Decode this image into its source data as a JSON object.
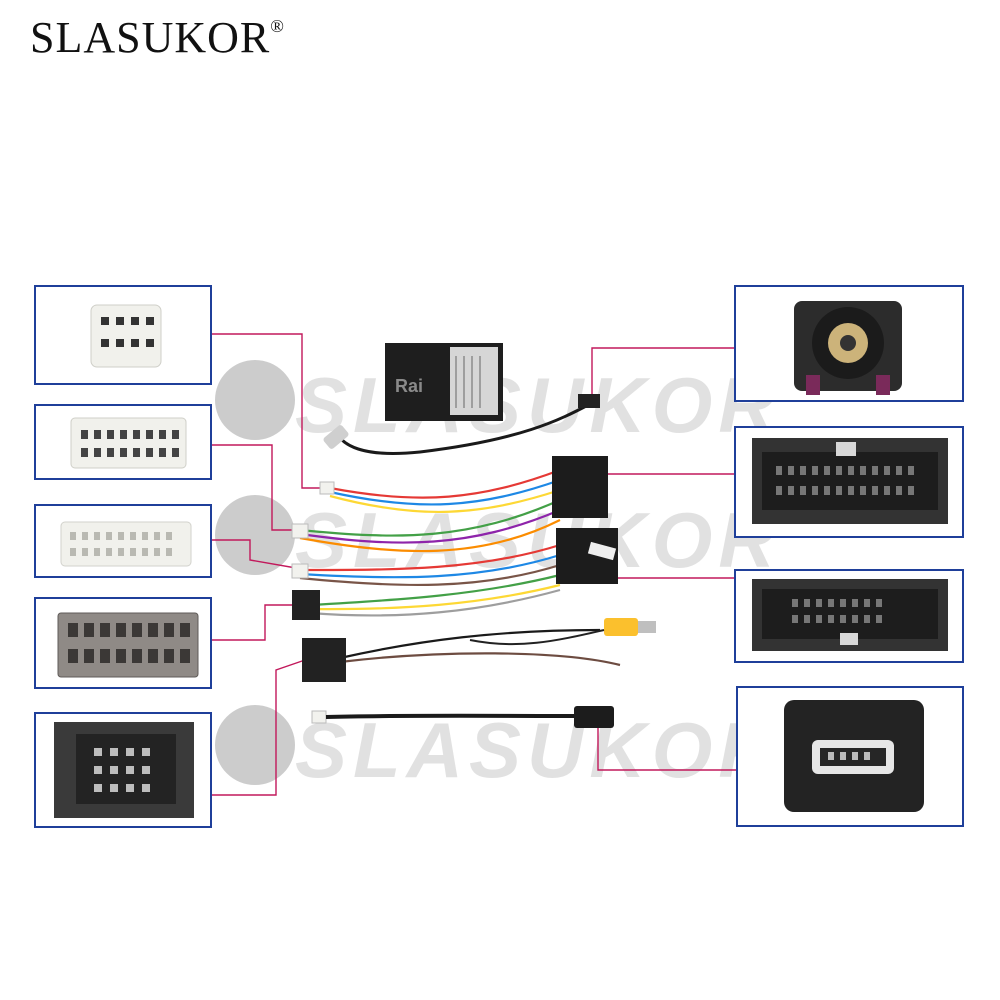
{
  "brand": {
    "name": "SLASUKOR",
    "mark": "®"
  },
  "watermarks": [
    "SLASUKOR",
    "SLASUKOR",
    "SLASUKOR"
  ],
  "colors": {
    "panel_border": "#1f3f9a",
    "leader_line": "#c2185b",
    "connector_dark": "#222222",
    "connector_white": "#f2f2ee"
  },
  "module_label": "Rai"
}
